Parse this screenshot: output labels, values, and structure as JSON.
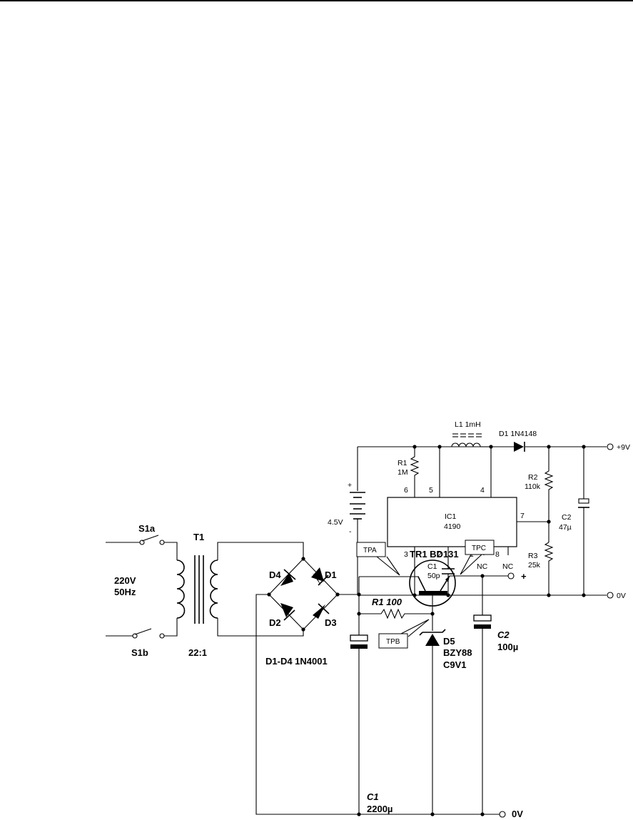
{
  "circuit1": {
    "inductor": "L1 1mH",
    "diode": "D1 1N4148",
    "out_pos": "+9V",
    "out_gnd": "0V",
    "r1_name": "R1",
    "r1_val": "1M",
    "r2_name": "R2",
    "r2_val": "110k",
    "r3_name": "R3",
    "r3_val": "25k",
    "c1_name": "C1",
    "c1_val": "50p",
    "c2_name": "C2",
    "c2_val": "47µ",
    "battery": "4.5V",
    "bat_plus": "+",
    "bat_minus": "-",
    "ic_name": "IC1",
    "ic_part": "4190",
    "pin6": "6",
    "pin5": "5",
    "pin4": "4",
    "pin7": "7",
    "pin3": "3",
    "pin2": "2",
    "pin1": "1",
    "pin8": "8",
    "nc1": "NC",
    "nc2": "NC"
  },
  "circuit2": {
    "s1a": "S1a",
    "s1b": "S1b",
    "mains1": "220V",
    "mains2": "50Hz",
    "t1": "T1",
    "ratio": "22:1",
    "d4": "D4",
    "d1": "D1",
    "d2": "D2",
    "d3": "D3",
    "bridge": "D1-D4 1N4001",
    "tpa": "TPA",
    "tpb": "TPB",
    "tpc": "TPC",
    "tr1": "TR1 BD131",
    "r1": "R1 100",
    "c1_name": "C1",
    "c1_val": "2200µ",
    "d5": "D5",
    "d5_part1": "BZY88",
    "d5_part2": "C9V1",
    "c2_name": "C2",
    "c2_val": "100µ",
    "out_pos": "+",
    "out_gnd": "0V"
  }
}
